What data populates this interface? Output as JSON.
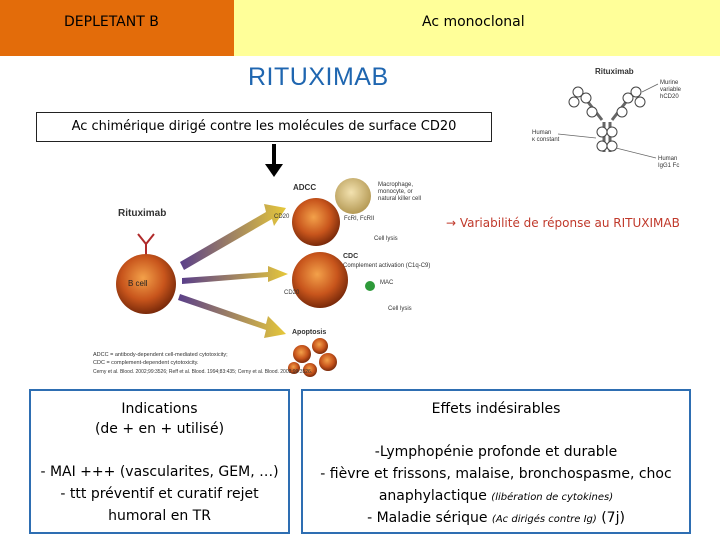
{
  "header": {
    "left_label": "DEPLETANT B",
    "right_label": "Ac monoclonal",
    "left_color": "#e36c0a",
    "right_color": "#ffff99"
  },
  "title": "RITUXIMAB",
  "subtitle": "Ac chimérique dirigé contre les molécules de surface CD20",
  "variability": "→ Variabilité de réponse au RITUXIMAB",
  "antibody_figure": {
    "title": "Rituximab",
    "murine": "Murine\nvariable\nhCD20",
    "human_k": "Human\nκ constant",
    "human_igg": "Human\nIgG1 Fc"
  },
  "mechanism_figure": {
    "rituximab": "Rituximab",
    "adcc": "ADCC",
    "macrophage": "Macrophage,\nmonocyte, or\nnatural killer cell",
    "cd20_a": "CD20",
    "fcr": "FcRI, FcRII",
    "cell_lysis_a": "Cell lysis",
    "cdc": "CDC",
    "complement": "Complement activation (C1q-C9)",
    "cd20_b": "CD20",
    "mac": "MAC",
    "cell_lysis_b": "Cell lysis",
    "bcell": "B cell",
    "apoptosis": "Apoptosis",
    "foot1": "ADCC = antibody-dependent cell-mediated cytotoxicity;",
    "foot2": "CDC = complement-dependent cytotoxicity.",
    "foot3": "Cerny et al. Blood. 2002;99:3526; Reff et al. Blood. 1994;83:435; Cerny et al. Blood. 2002;99:3526."
  },
  "indications": {
    "title": "Indications",
    "subtitle": "(de + en + utilisé)",
    "line1": "- MAI +++ (vascularites, GEM, …)",
    "line2": "- ttt préventif et curatif rejet",
    "line3": "humoral en TR"
  },
  "effets": {
    "title": "Effets indésirables",
    "line1": "-Lymphopénie profonde et durable",
    "line2": "- fièvre et frissons, malaise, bronchospasme, choc",
    "line3a": "anaphylactique ",
    "line3b": "(libération de cytokines)",
    "line4a": "- Maladie sérique ",
    "line4b": "(Ac dirigés contre Ig)",
    "line4c": " (7j)"
  },
  "colors": {
    "accent_blue": "#2e6eb2",
    "title_blue": "#1f66b0",
    "orange": "#e36c0a",
    "red_text": "#c0392b"
  }
}
